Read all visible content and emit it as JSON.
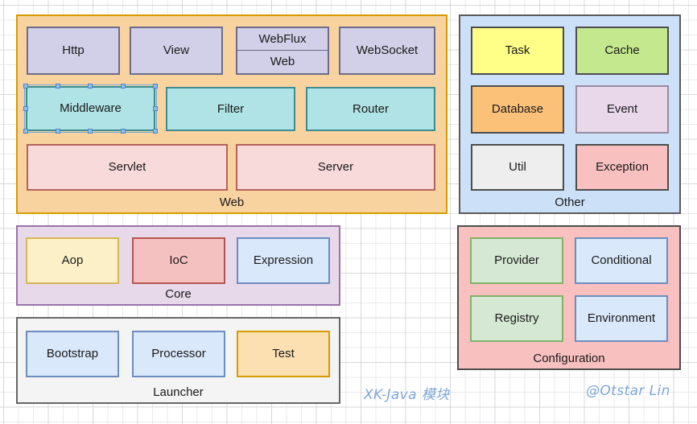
{
  "diagram": {
    "title": "XK-Java 模块",
    "author": "@Otstar Lin",
    "captions": {
      "left": "XK-Java 模块",
      "right": "@Otstar Lin"
    },
    "colors": {
      "web_container_fill": "#f8d3a0",
      "web_container_stroke": "#d79b00",
      "other_container_fill": "#cce0f7",
      "other_container_stroke": "#5a5a5a",
      "core_container_fill": "#e7d8ea",
      "core_container_stroke": "#9a73a8",
      "launcher_container_fill": "#f4f4f4",
      "launcher_container_stroke": "#666666",
      "configuration_container_fill": "#f9c0c0",
      "configuration_container_stroke": "#4d4d4d",
      "purple_node_fill": "#d2d0e8",
      "purple_node_stroke": "#6c6c8a",
      "cyan_node_fill": "#b0e3e6",
      "cyan_node_stroke": "#3d8c92",
      "pink_node_fill": "#f8dada",
      "pink_node_stroke": "#b5635a",
      "yellow_node_fill": "#ffff88",
      "green_node_fill": "#c3e88d",
      "orange_node_fill": "#fbc179",
      "lilac_node_fill": "#e8d8ea",
      "white_node_fill": "#eeeeee",
      "salmon_node_fill": "#f9c0c0",
      "lightblue_node_fill": "#dae8fc",
      "lightblue_node_stroke": "#6c8ebf",
      "lightgreen_node_fill": "#d5e8d4",
      "lightgreen_node_stroke": "#82b366",
      "cream_node_fill": "#fbf0c7",
      "cream_node_stroke": "#d6b656",
      "red_node_fill": "#f5c0c0",
      "red_node_stroke": "#b85450",
      "peach_node_fill": "#fde0b2",
      "peach_node_stroke": "#d79b00",
      "dark_stroke": "#4d4d4d",
      "caption_color": "#7da7d9"
    },
    "groups": [
      {
        "id": "web",
        "label": "Web",
        "nodes": [
          {
            "label": "Http"
          },
          {
            "label": "View"
          },
          {
            "label": "WebFlux",
            "label2": "Web"
          },
          {
            "label": "WebSocket"
          },
          {
            "label": "Middleware",
            "selected": true
          },
          {
            "label": "Filter"
          },
          {
            "label": "Router"
          },
          {
            "label": "Servlet"
          },
          {
            "label": "Server"
          }
        ]
      },
      {
        "id": "other",
        "label": "Other",
        "nodes": [
          {
            "label": "Task"
          },
          {
            "label": "Cache"
          },
          {
            "label": "Database"
          },
          {
            "label": "Event"
          },
          {
            "label": "Util"
          },
          {
            "label": "Exception"
          }
        ]
      },
      {
        "id": "core",
        "label": "Core",
        "nodes": [
          {
            "label": "Aop"
          },
          {
            "label": "IoC"
          },
          {
            "label": "Expression"
          }
        ]
      },
      {
        "id": "launcher",
        "label": "Launcher",
        "nodes": [
          {
            "label": "Bootstrap"
          },
          {
            "label": "Processor"
          },
          {
            "label": "Test"
          }
        ]
      },
      {
        "id": "configuration",
        "label": "Configuration",
        "nodes": [
          {
            "label": "Provider"
          },
          {
            "label": "Conditional"
          },
          {
            "label": "Registry"
          },
          {
            "label": "Environment"
          }
        ]
      }
    ]
  }
}
